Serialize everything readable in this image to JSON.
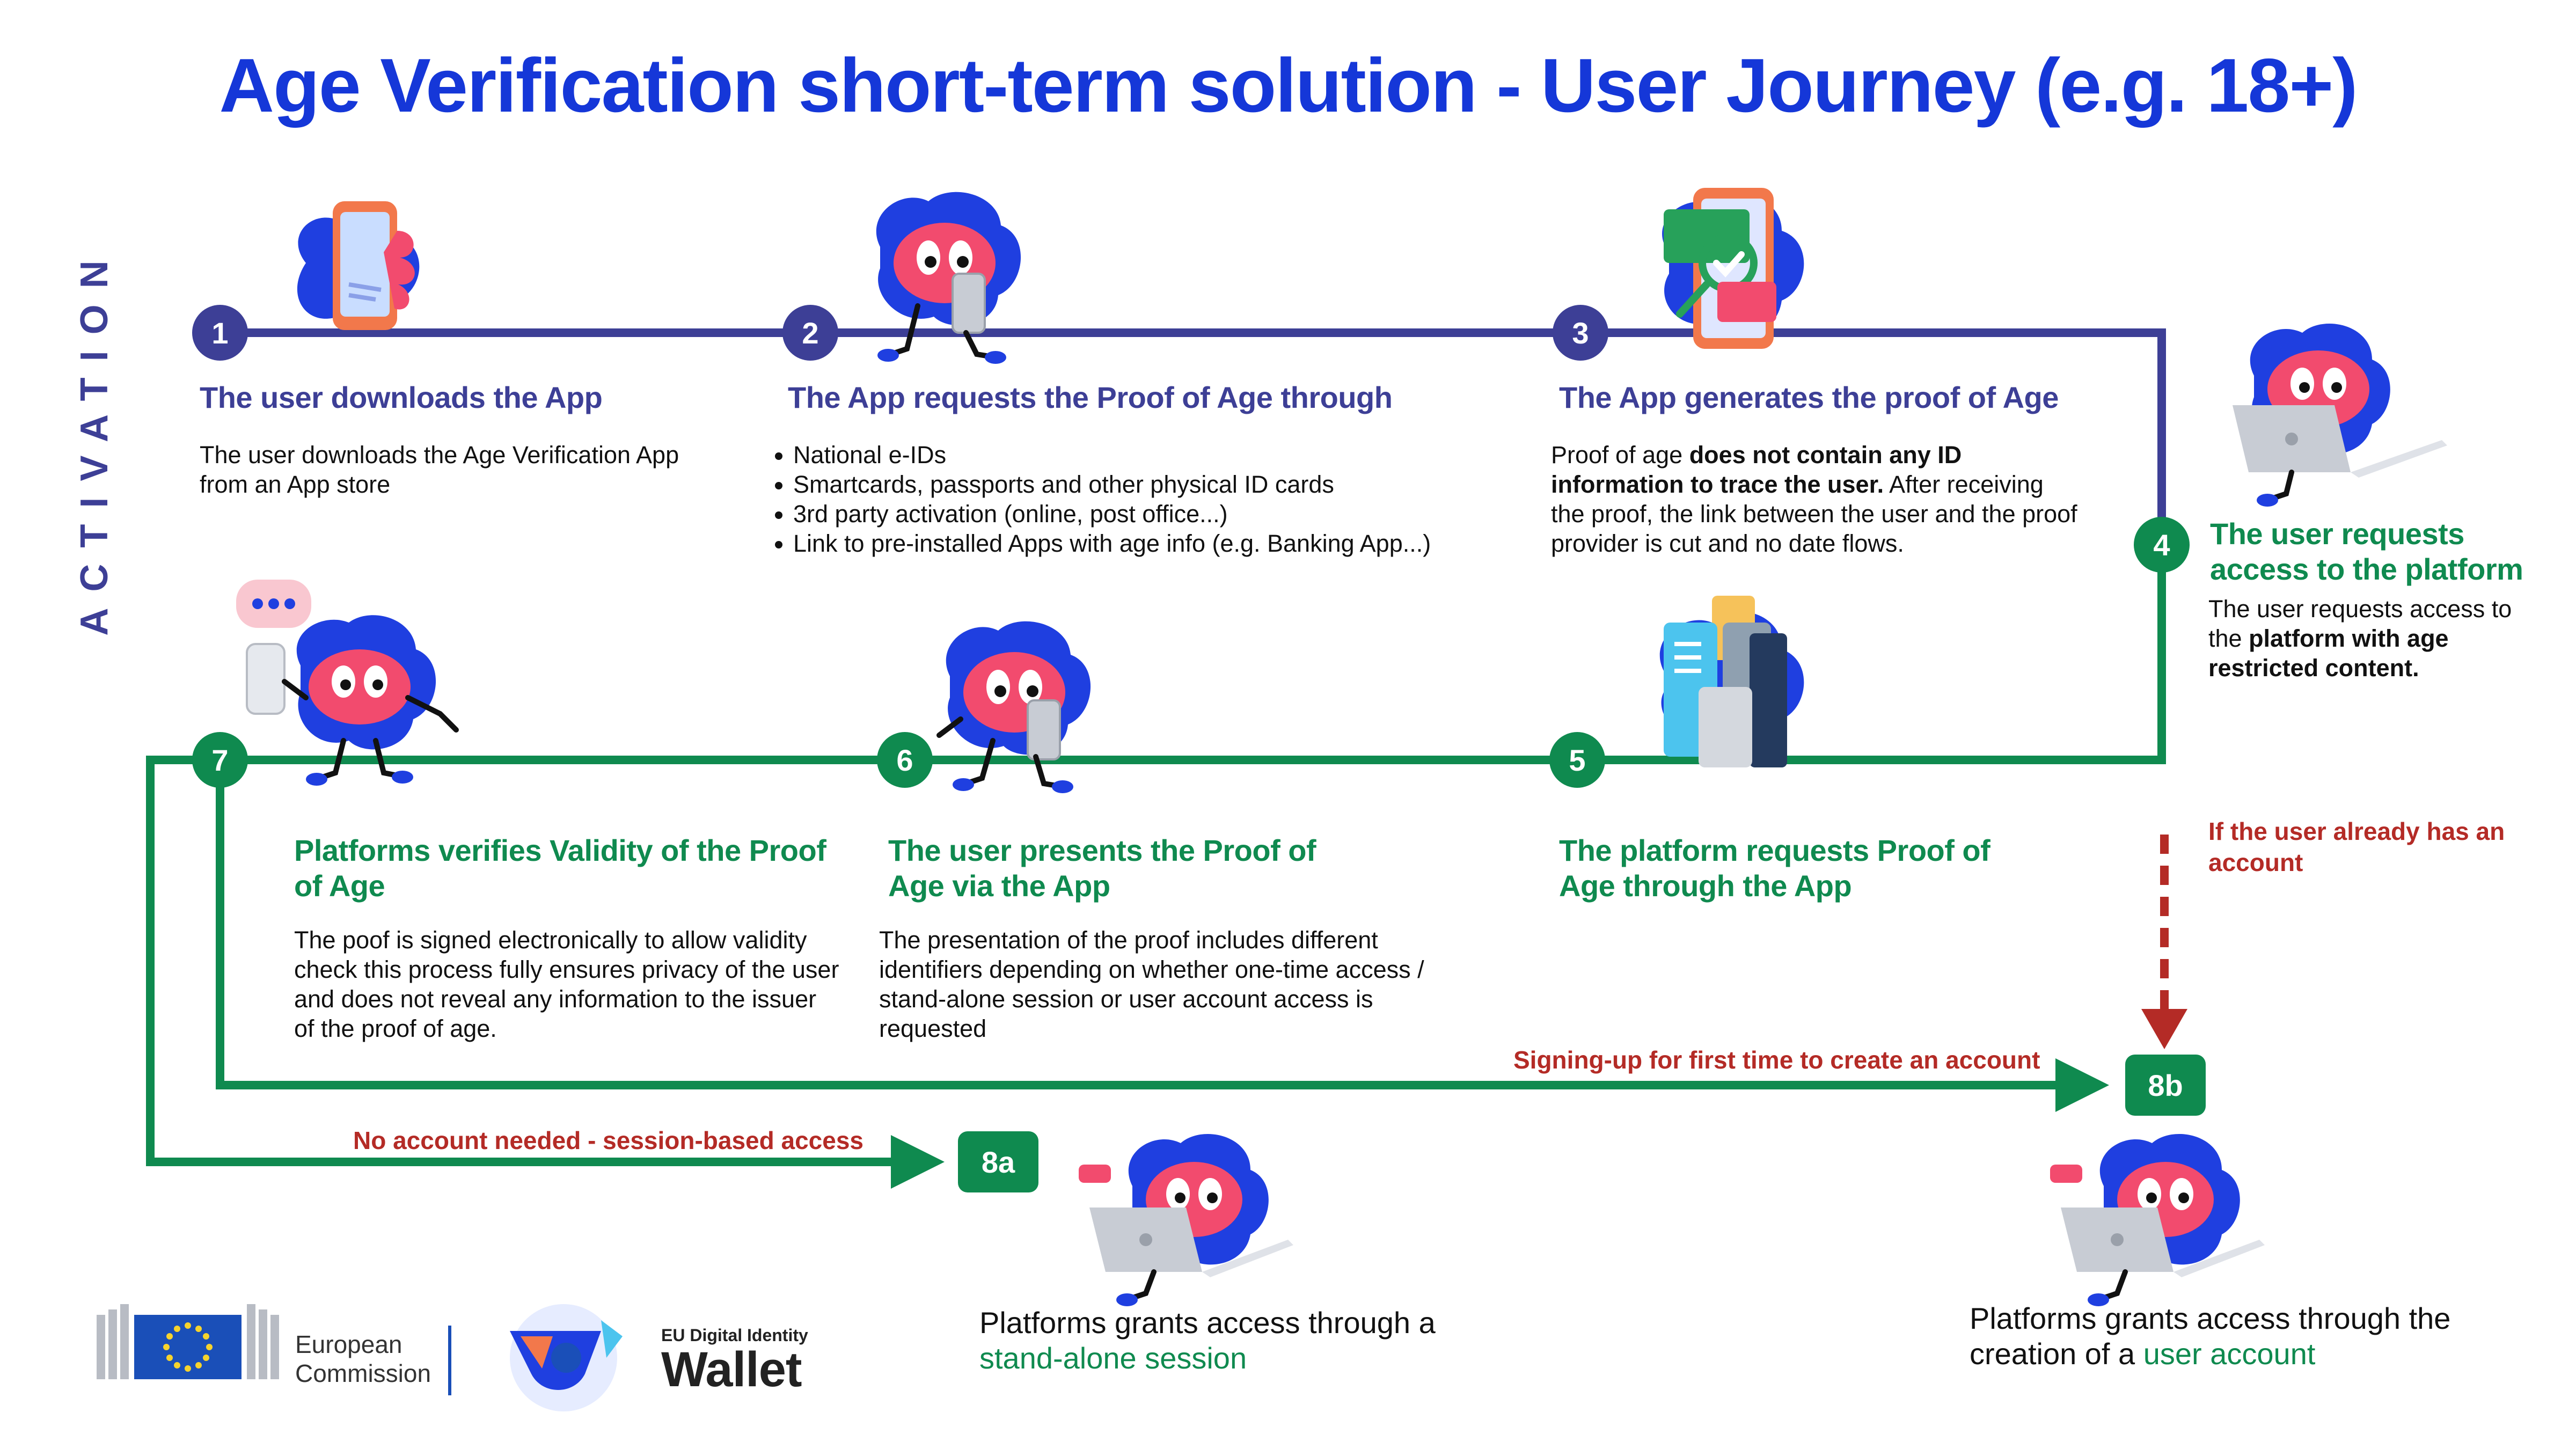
{
  "title": "Age Verification short-term solution - User Journey (e.g. 18+)",
  "side_label": "ACTIVATION",
  "steps": [
    {
      "num": "1",
      "heading": "The user downloads the App",
      "body": "The user downloads the Age Verification App from an App store"
    },
    {
      "num": "2",
      "heading": "The App requests the Proof of Age through",
      "bullets": [
        "National e-IDs",
        "Smartcards, passports and other physical ID cards",
        "3rd party activation (online, post office...)",
        "Link to pre-installed Apps with age info (e.g. Banking App...)"
      ]
    },
    {
      "num": "3",
      "heading": "The App  generates the proof of Age",
      "body_plain_1": "Proof of age ",
      "body_bold": "does not contain any ID information to trace the user.",
      "body_plain_2": " After receiving the proof, the link between the user and the proof provider is cut and no date flows."
    },
    {
      "num": "4",
      "heading": "The user requests access to the platform",
      "body_plain_1": "The user requests access to the ",
      "body_bold": "platform with age restricted content."
    },
    {
      "num": "5",
      "heading": "The platform requests Proof of Age through the App"
    },
    {
      "num": "6",
      "heading": "The user presents the Proof of Age via the App",
      "body": "The presentation of the proof includes different identifiers depending on whether one-time access / stand-alone session or user account access is requested"
    },
    {
      "num": "7",
      "heading": "Platforms verifies Validity of the Proof of Age",
      "body": "The poof is signed electronically to allow validity check this process fully ensures privacy of the user and does not reveal any information to the issuer of the proof of age."
    }
  ],
  "outcomes": {
    "a": {
      "label": "8a",
      "route_label": "No account needed -  session-based access",
      "text": "Platforms grants access through a",
      "highlight": "stand-alone session"
    },
    "b": {
      "label": "8b",
      "route_label": "Signing-up for first time to create an account",
      "existing_label": "If the user already has an account",
      "text": "Platforms grants access through the creation of a",
      "highlight": "user account"
    }
  },
  "footer": {
    "commission": "European Commission",
    "wallet_small": "EU Digital Identity",
    "wallet_big": "Wallet"
  },
  "colors": {
    "title_blue": "#1537d8",
    "navy": "#3d3f96",
    "green": "#0f8a4f",
    "red": "#b42b26",
    "character_pink": "#f24b6e",
    "character_blue": "#1f3fe0"
  }
}
